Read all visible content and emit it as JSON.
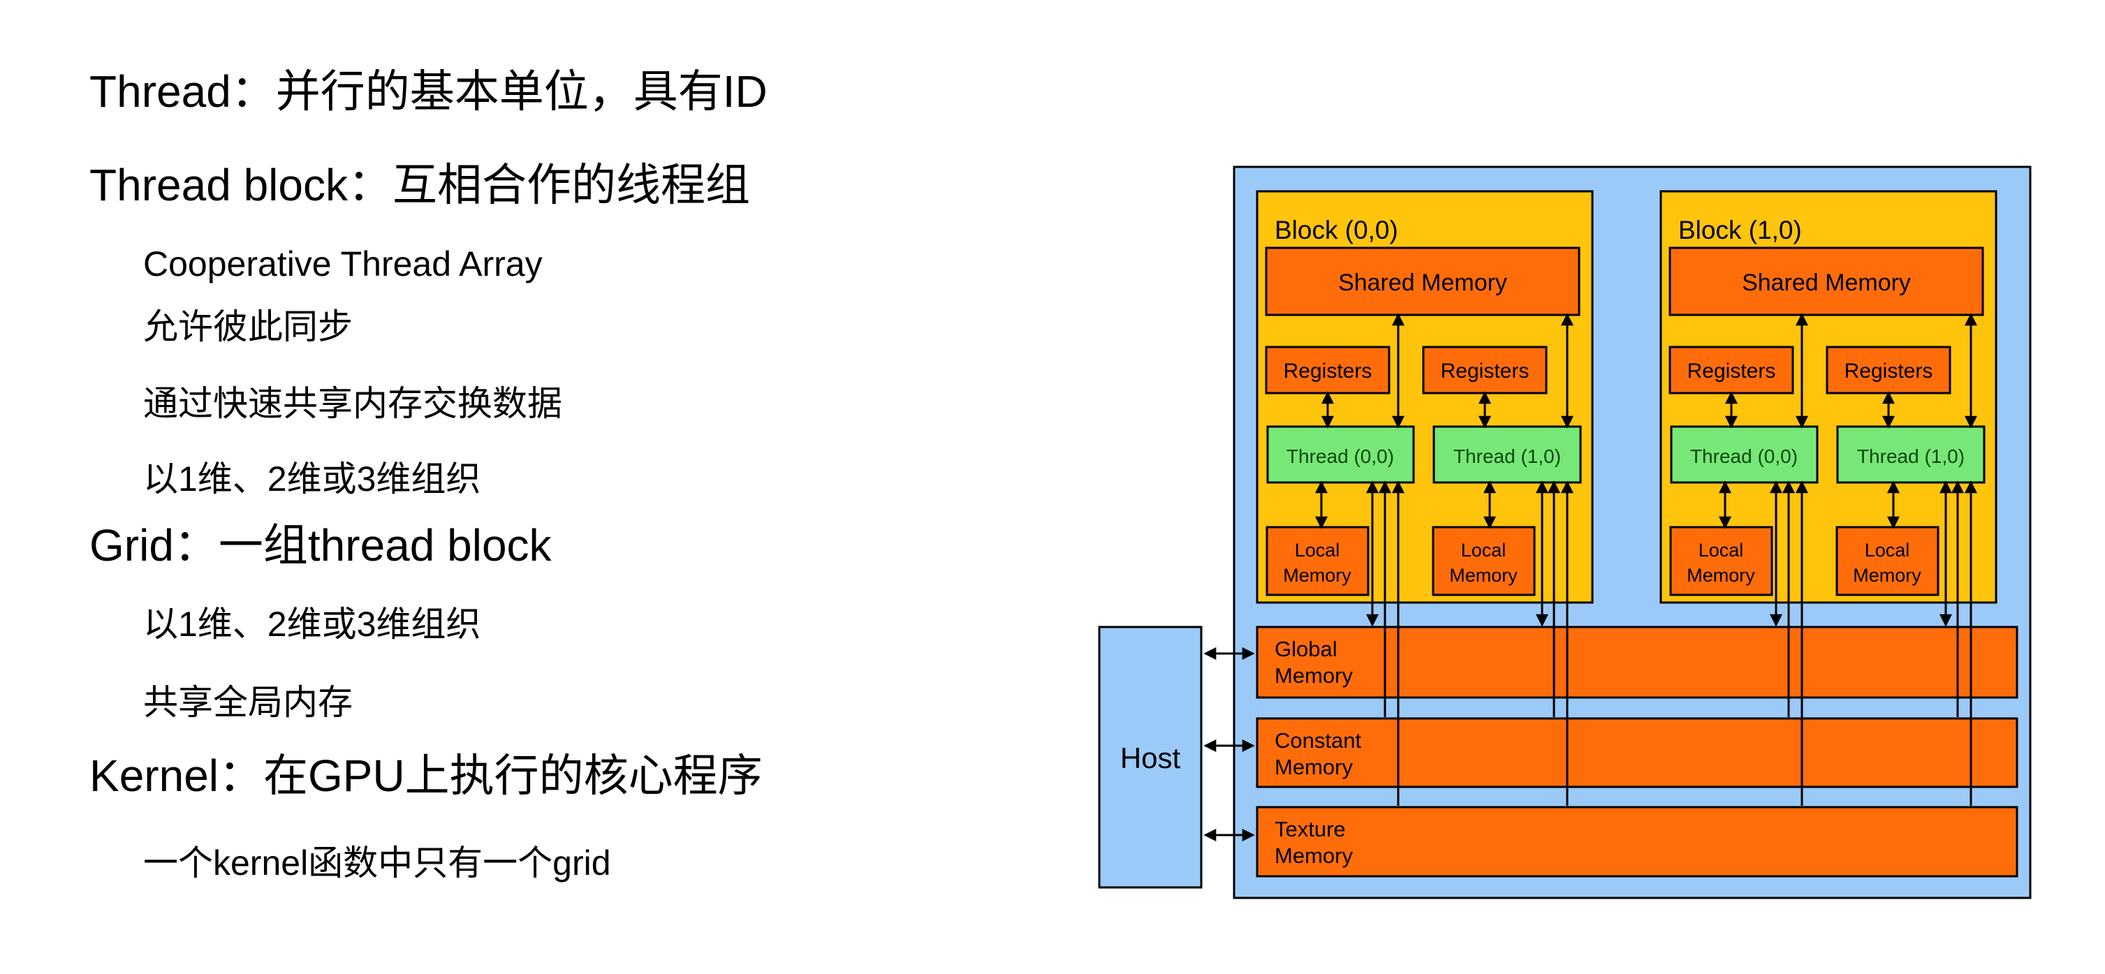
{
  "slide": {
    "bullets": [
      {
        "level": "main",
        "text": "Thread：并行的基本单位，具有ID"
      },
      {
        "level": "main",
        "text": "Thread block：互相合作的线程组"
      },
      {
        "level": "sub",
        "text": "Cooperative Thread Array"
      },
      {
        "level": "sub",
        "text": "允许彼此同步"
      },
      {
        "level": "sub",
        "text": "通过快速共享内存交换数据"
      },
      {
        "level": "sub",
        "text": "以1维、2维或3维组织"
      },
      {
        "level": "main",
        "text": "Grid：一组thread block"
      },
      {
        "level": "sub",
        "text": "以1维、2维或3维组织"
      },
      {
        "level": "sub",
        "text": "共享全局内存"
      },
      {
        "level": "main",
        "text": "Kernel：在GPU上执行的核心程序"
      },
      {
        "level": "sub",
        "text": "一个kernel函数中只有一个grid"
      }
    ]
  },
  "diagram": {
    "host": {
      "label": "Host"
    },
    "blocks": [
      {
        "title": "Block (0,0)",
        "shared_memory_label": "Shared Memory",
        "registers_labels": [
          "Registers",
          "Registers"
        ],
        "thread_labels": [
          "Thread (0,0)",
          "Thread (1,0)"
        ],
        "local_memory_line1": "Local",
        "local_memory_line2": "Memory"
      },
      {
        "title": "Block (1,0)",
        "shared_memory_label": "Shared Memory",
        "registers_labels": [
          "Registers",
          "Registers"
        ],
        "thread_labels": [
          "Thread (0,0)",
          "Thread (1,0)"
        ],
        "local_memory_line1": "Local",
        "local_memory_line2": "Memory"
      }
    ],
    "memories": [
      {
        "line1": "Global",
        "line2": "Memory"
      },
      {
        "line1": "Constant",
        "line2": "Memory"
      },
      {
        "line1": "Texture",
        "line2": "Memory"
      }
    ],
    "colors": {
      "page_background": "#FFFFFF",
      "device_fill": "#9CCAF8",
      "block_fill": "#FFC40C",
      "memory_fill": "#FF6D0A",
      "thread_fill": "#77E878",
      "outline": "#000000",
      "thread_text": "#0A470A"
    }
  }
}
